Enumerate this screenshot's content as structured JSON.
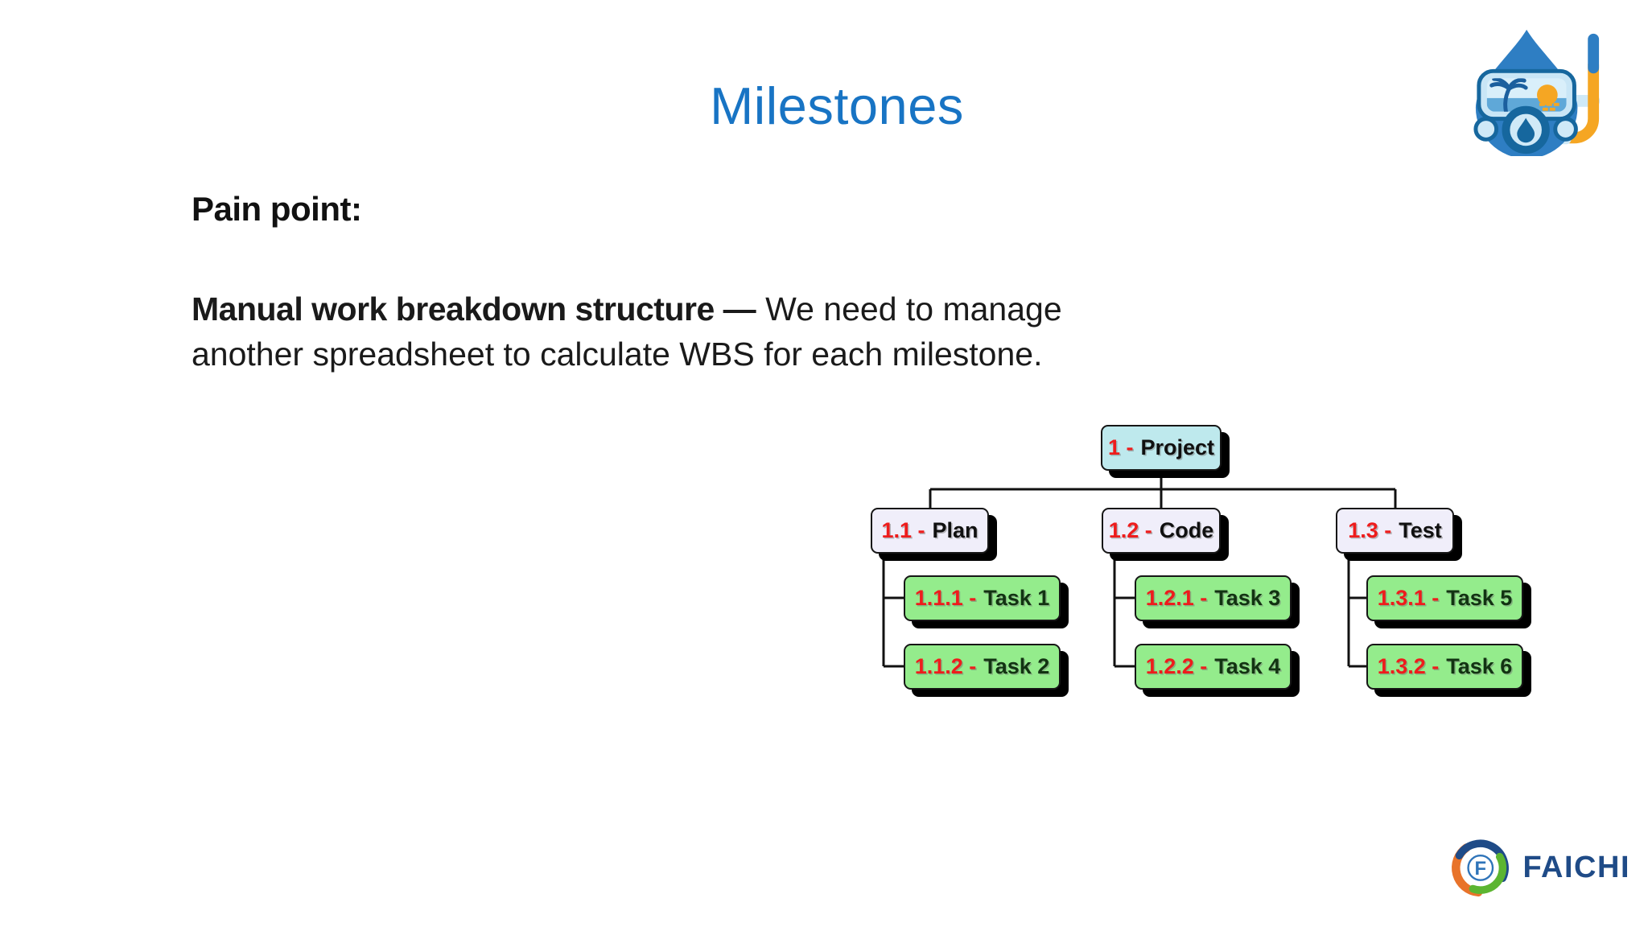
{
  "slide": {
    "title": "Milestones",
    "title_color": "#1874C4",
    "pain_point_heading": "Pain point:",
    "body": {
      "bold": "Manual work breakdown structure —",
      "regular_line1": "We need to manage",
      "regular_line2": "another spreadsheet to calculate WBS for each milestone."
    }
  },
  "wbs_tree": {
    "type": "work-breakdown-structure",
    "root": {
      "num": "1 -",
      "label": "Project"
    },
    "branches": [
      {
        "num": "1.1 -",
        "label": "Plan",
        "tasks": [
          {
            "num": "1.1.1 -",
            "label": "Task 1"
          },
          {
            "num": "1.1.2 -",
            "label": "Task 2"
          }
        ]
      },
      {
        "num": "1.2 -",
        "label": "Code",
        "tasks": [
          {
            "num": "1.2.1 -",
            "label": "Task 3"
          },
          {
            "num": "1.2.2 -",
            "label": "Task 4"
          }
        ]
      },
      {
        "num": "1.3 -",
        "label": "Test",
        "tasks": [
          {
            "num": "1.3.1 -",
            "label": "Task 5"
          },
          {
            "num": "1.3.2 -",
            "label": "Task 6"
          }
        ]
      }
    ],
    "colors": {
      "root_fill": "#BEE9ED",
      "branch_fill": "#F0EEFA",
      "task_fill": "#94EC8C",
      "number_text": "#EE1C1C",
      "label_text": "#101010",
      "connector": "#111111",
      "shadow": "#000000"
    }
  },
  "branding": {
    "header_logo": "drupal-droplet-snorkel",
    "footer_logo_letter": "F",
    "footer_logo_text": "FAICHI",
    "footer_logo_colors": {
      "navy": "#1F4B87",
      "orange": "#E8732A",
      "green": "#5CB531",
      "f_blue": "#2F74B9"
    }
  }
}
